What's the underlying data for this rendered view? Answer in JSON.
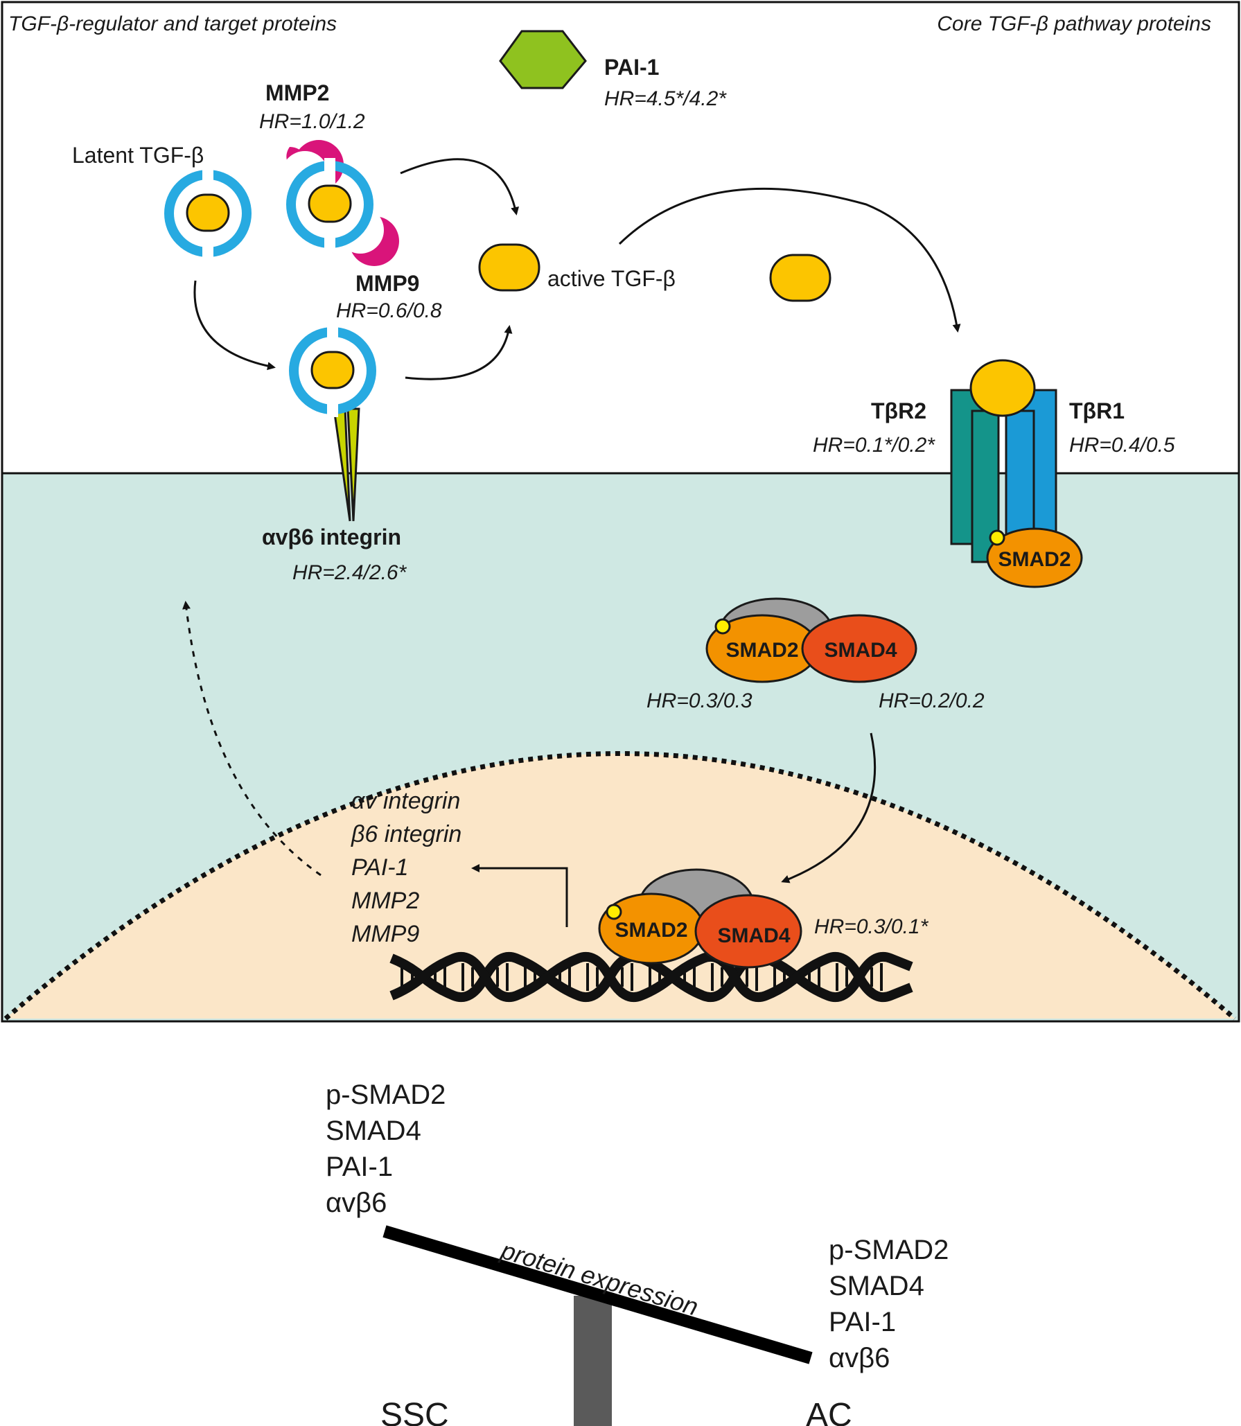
{
  "header": {
    "left_title": "TGF-β-regulator and target proteins",
    "right_title": "Core TGF-β pathway proteins"
  },
  "proteins": {
    "pai1": {
      "name": "PAI-1",
      "hr": "HR=4.5*/4.2*"
    },
    "mmp2": {
      "name": "MMP2",
      "hr": "HR=1.0/1.2"
    },
    "mmp9": {
      "name": "MMP9",
      "hr": "HR=0.6/0.8"
    },
    "latent": {
      "name": "Latent TGF-β"
    },
    "active": {
      "name": "active TGF-β"
    },
    "tbr2": {
      "name": "TβR2",
      "hr": "HR=0.1*/0.2*"
    },
    "tbr1": {
      "name": "TβR1",
      "hr": "HR=0.4/0.5"
    },
    "integrin": {
      "name": "αvβ6 integrin",
      "hr": "HR=2.4/2.6*"
    },
    "smad2_receptor": {
      "name": "SMAD2"
    },
    "cyto_complex": {
      "smad2": "SMAD2",
      "smad4": "SMAD4",
      "hr_smad2": "HR=0.3/0.3",
      "hr_smad4": "HR=0.2/0.2"
    },
    "nuclear_complex": {
      "smad2": "SMAD2",
      "smad4": "SMAD4",
      "hr": "HR=0.3/0.1*"
    }
  },
  "target_genes": [
    "αv integrin",
    "β6 integrin",
    "PAI-1",
    "MMP2",
    "MMP9"
  ],
  "balance": {
    "beam_label": "protein expression",
    "left_list": [
      "p-SMAD2",
      "SMAD4",
      "PAI-1",
      "αvβ6"
    ],
    "right_list": [
      "p-SMAD2",
      "SMAD4",
      "PAI-1",
      "αvβ6"
    ],
    "left_base": "SSC",
    "right_base": "AC"
  },
  "colors": {
    "cytoplasm": "#cfe8e3",
    "nucleus": "#fbe6c8",
    "tgfb": "#fcc500",
    "ring": "#27aae1",
    "mmp": "#d9147a",
    "pai1": "#8fc21f",
    "integrin": "#c8d400",
    "tbr2": "#14948a",
    "tbr1": "#1b9ad6",
    "smad2": "#f39200",
    "smad4": "#e94e1b",
    "grey": "#9d9d9d"
  }
}
